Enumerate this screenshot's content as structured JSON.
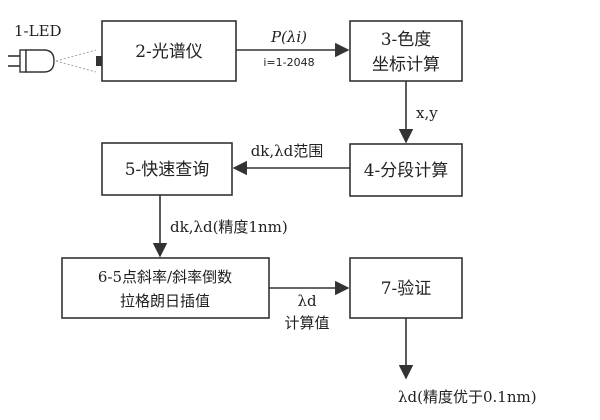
{
  "source": {
    "label": "1-LED"
  },
  "boxes": {
    "spectrometer": "2-光谱仪",
    "chroma_line1": "3-色度",
    "chroma_line2": "坐标计算",
    "segment": "4-分段计算",
    "lookup": "5-快速查询",
    "interp_line1": "6-5点斜率/斜率倒数",
    "interp_line2": "拉格朗日插值",
    "verify": "7-验证"
  },
  "edges": {
    "p_label": "P(λi)",
    "i_range": "i=1-2048",
    "xy": "x,y",
    "dk_range": "dk,λd范围",
    "dk_precision": "dk,λd(精度1nm)",
    "lambda_d": "λd",
    "calc_value": "计算值",
    "final": "λd(精度优于0.1nm)"
  },
  "colors": {
    "stroke": "#333333",
    "fill": "#ffffff",
    "text": "#222222"
  }
}
